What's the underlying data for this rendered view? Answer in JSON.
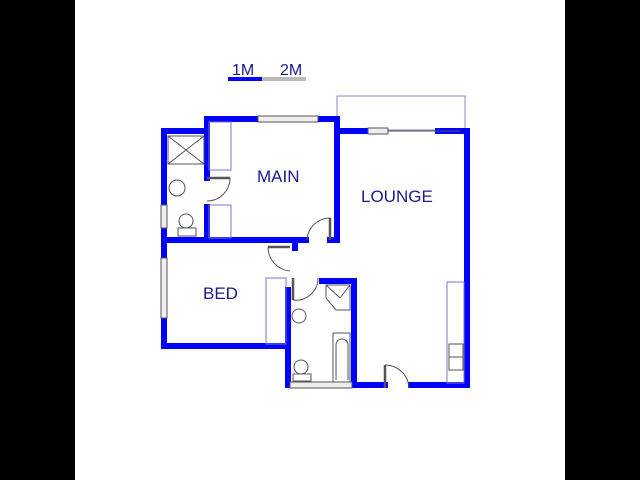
{
  "scale_bar": {
    "label_1": "1M",
    "label_2": "2M"
  },
  "rooms": {
    "main": "MAIN",
    "lounge": "LOUNGE",
    "bed": "BED"
  },
  "colors": {
    "wall": "#0000ff",
    "thin_line": "#7777cc",
    "fixture": "#555555",
    "label": "#1a1a8c",
    "background": "#ffffff",
    "letterbox": "#000000"
  }
}
